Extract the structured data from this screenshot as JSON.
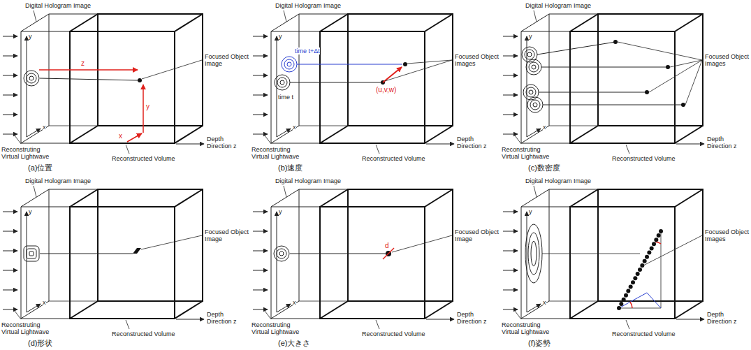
{
  "diagram": {
    "labels": [
      "Digital Hologram Image",
      "y",
      "x",
      "z",
      "y",
      "x",
      "Focused Object Image",
      "Depth Direction z",
      "Reconstructed Volume",
      "Reconstruting Virtual Lightwave",
      "(a)位置",
      "Digital Hologram Image",
      "y",
      "time t+Δt",
      "time t",
      "x",
      "Focused Object Images",
      "(u,v,w)",
      "Depth Direction z",
      "Reconstructed Volume",
      "Reconstruting Virtual Lightwave",
      "(b)速度",
      "Digital Hologram Image",
      "y",
      "x",
      "Focused Object Images",
      "Depth Direction z",
      "Reconstructed Volume",
      "Reconstruting Virtual Lightwave",
      "(c)数密度",
      "Digital Hologram Image",
      "y",
      "x",
      "Focused Object Image",
      "Depth Direction z",
      "Reconstructed Volume",
      "Reconstruting Virtual Lightwave",
      "(d)形状",
      "Digital Hologram Image",
      "y",
      "x",
      "d",
      "Focused Object Image",
      "Depth Direction z",
      "Reconstructed Volume",
      "Reconstruting Virtual Lightwave",
      "(e)大きさ",
      "Digital Hologram Image",
      "y",
      "x",
      "Focused Object Images",
      "Depth Direction z",
      "Reconstructed Volume",
      "Reconstruting Virtual Lightwave",
      "(f)姿勢"
    ]
  }
}
